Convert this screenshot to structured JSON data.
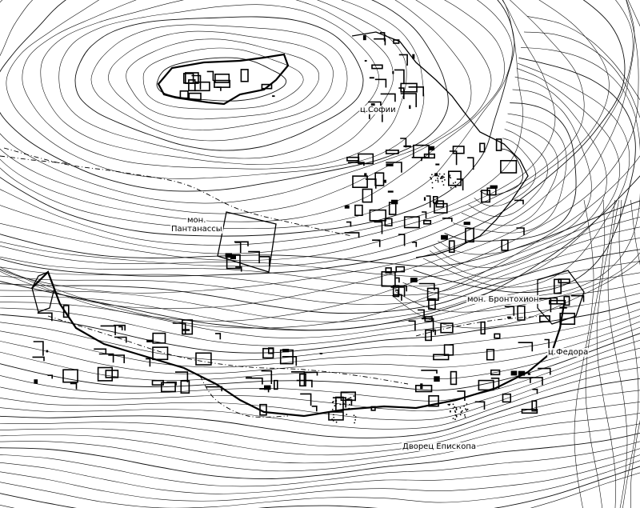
{
  "labels": {
    "sofia": "ц.Софии",
    "pantanassa_1": "мон.",
    "pantanassa_2": "Пантанассы",
    "brontochion": "мон. Бронтохион",
    "fedora": "ц.Федора",
    "palace": "Дворец Епископа"
  },
  "colors": {
    "ink": "#000000",
    "paper": "#ffffff"
  }
}
